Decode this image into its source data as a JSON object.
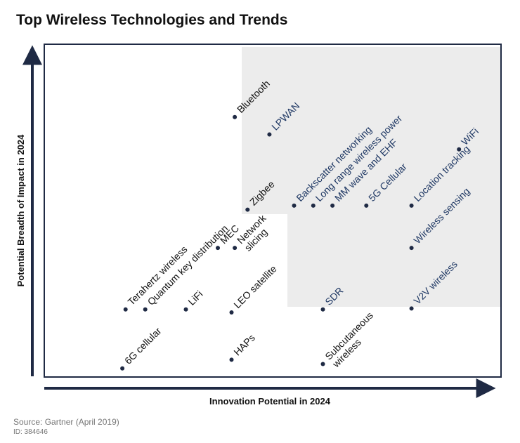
{
  "chart_data": {
    "type": "scatter",
    "title": "Top Wireless Technologies and Trends",
    "xlabel": "Innovation Potential in 2024",
    "ylabel": "Potential Breadth of Impact in 2024",
    "points": [
      {
        "label": [
          "Bluetooth"
        ],
        "x": 4.17,
        "y": 7.81,
        "highlight": false
      },
      {
        "label": [
          "LPWAN"
        ],
        "x": 4.93,
        "y": 7.29,
        "highlight": true
      },
      {
        "label": [
          "WiFi"
        ],
        "x": 9.08,
        "y": 6.84,
        "highlight": true
      },
      {
        "label": [
          "Zigbee"
        ],
        "x": 4.45,
        "y": 5.03,
        "highlight": false
      },
      {
        "label": [
          "Backscatter networking"
        ],
        "x": 5.47,
        "y": 5.15,
        "highlight": true
      },
      {
        "label": [
          "Long range wireless power"
        ],
        "x": 5.89,
        "y": 5.15,
        "highlight": true
      },
      {
        "label": [
          "MM wave and EHF"
        ],
        "x": 6.31,
        "y": 5.15,
        "highlight": true
      },
      {
        "label": [
          "5G Cellular"
        ],
        "x": 7.05,
        "y": 5.15,
        "highlight": true
      },
      {
        "label": [
          "Location tracking"
        ],
        "x": 8.04,
        "y": 5.15,
        "highlight": true
      },
      {
        "label": [
          "Wireless sensing"
        ],
        "x": 8.04,
        "y": 3.88,
        "highlight": true
      },
      {
        "label": [
          "Network",
          "slicing"
        ],
        "x": 4.17,
        "y": 3.88,
        "highlight": false
      },
      {
        "label": [
          "MEC"
        ],
        "x": 3.8,
        "y": 3.88,
        "highlight": false
      },
      {
        "label": [
          "Terahertz wireless"
        ],
        "x": 1.78,
        "y": 2.03,
        "highlight": false
      },
      {
        "label": [
          "Quantum key distribution"
        ],
        "x": 2.21,
        "y": 2.03,
        "highlight": false
      },
      {
        "label": [
          "LiFi"
        ],
        "x": 3.1,
        "y": 2.03,
        "highlight": false
      },
      {
        "label": [
          "LEO satellite"
        ],
        "x": 4.1,
        "y": 1.94,
        "highlight": false
      },
      {
        "label": [
          "SDR"
        ],
        "x": 6.1,
        "y": 2.03,
        "highlight": true
      },
      {
        "label": [
          "V2V wireless"
        ],
        "x": 8.04,
        "y": 2.06,
        "highlight": true
      },
      {
        "label": [
          "6G cellular"
        ],
        "x": 1.71,
        "y": 0.26,
        "highlight": false
      },
      {
        "label": [
          "HAPs"
        ],
        "x": 4.1,
        "y": 0.52,
        "highlight": false
      },
      {
        "label": [
          "Subcutaneous",
          "wireless"
        ],
        "x": 6.1,
        "y": 0.39,
        "highlight": false
      }
    ],
    "colors": {
      "highlight_label": "#1f3864",
      "normal_label": "#111111",
      "dot": "#1f2a44",
      "shaded_region": "#ececec",
      "frame": "#1f2a44",
      "axis_arrow": "#1f2a44"
    }
  },
  "source": "Source: Gartner (April 2019)",
  "doc_id": "ID: 384646"
}
